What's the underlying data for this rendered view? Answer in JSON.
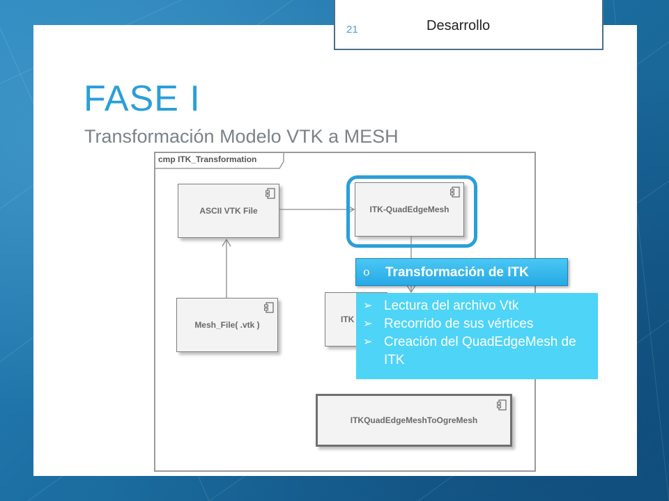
{
  "slide": {
    "section_tab": "Desarrollo",
    "slide_number": "21",
    "title": "FASE I",
    "subtitle": "Transformación Modelo VTK a MESH"
  },
  "diagram": {
    "frame_label": "cmp ITK_Transformation",
    "components": {
      "ascii_vtk_file": "ASCII VTK File",
      "itk_quadedgemesh": "ITK-QuadEdgeMesh",
      "mesh_file": "Mesh_File( .vtk )",
      "partial_itk": "ITK",
      "itk_to_ogre": "ITKQuadEdgeMeshToOgreMesh"
    }
  },
  "callout": {
    "bullet": "o",
    "title": "Transformación de ITK",
    "items": [
      "Lectura del archivo Vtk",
      "Recorrido de sus vértices",
      "Creación del QuadEdgeMesh de ITK"
    ],
    "list_bullet": "➢"
  },
  "colors": {
    "accent_blue": "#2a9fd8",
    "callout_title_bg": "#27a9e4",
    "callout_list_bg": "#4ed4f6",
    "background_blue": "#1f74a8"
  }
}
